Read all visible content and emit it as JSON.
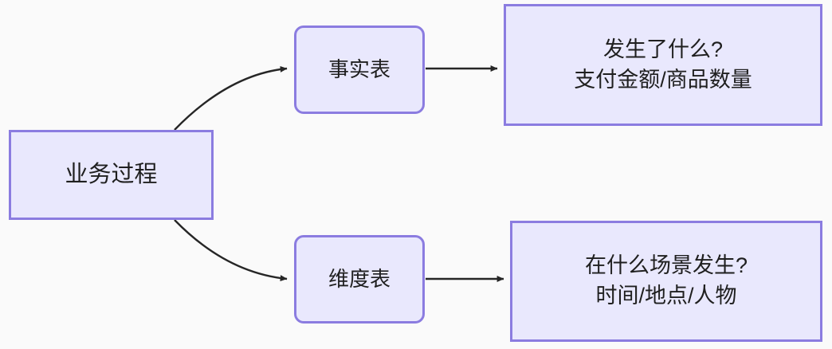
{
  "diagram": {
    "type": "flowchart",
    "direction": "left-to-right",
    "background_color": "#fafafa",
    "node_fill_color": "#e9e8fd",
    "node_border_color": "#8b7ce0",
    "edge_color": "#262626",
    "text_color": "#1f1f1f",
    "nodes": {
      "business_process": {
        "label": "业务过程",
        "shape": "rectangle"
      },
      "fact_table": {
        "label": "事实表",
        "shape": "rounded-rectangle"
      },
      "dimension_table": {
        "label": "维度表",
        "shape": "rounded-rectangle"
      },
      "fact_detail": {
        "line_1": "发生了什么?",
        "line_2": "支付金额/商品数量",
        "shape": "rectangle"
      },
      "dimension_detail": {
        "line_1": "在什么场景发生?",
        "line_2": "时间/地点/人物",
        "shape": "rectangle"
      }
    },
    "edges": [
      {
        "name": "business-process-to-fact-table",
        "from": "业务过程",
        "to": "事实表",
        "style": "curved",
        "arrowhead": "filled-triangle"
      },
      {
        "name": "business-process-to-dimension-table",
        "from": "业务过程",
        "to": "维度表",
        "style": "curved",
        "arrowhead": "filled-triangle"
      },
      {
        "name": "fact-table-to-fact-detail",
        "from": "事实表",
        "to": "发生了什么?",
        "style": "straight",
        "arrowhead": "filled-triangle"
      },
      {
        "name": "dimension-table-to-dimension-detail",
        "from": "维度表",
        "to": "在什么场景发生?",
        "style": "straight",
        "arrowhead": "filled-triangle"
      }
    ]
  }
}
